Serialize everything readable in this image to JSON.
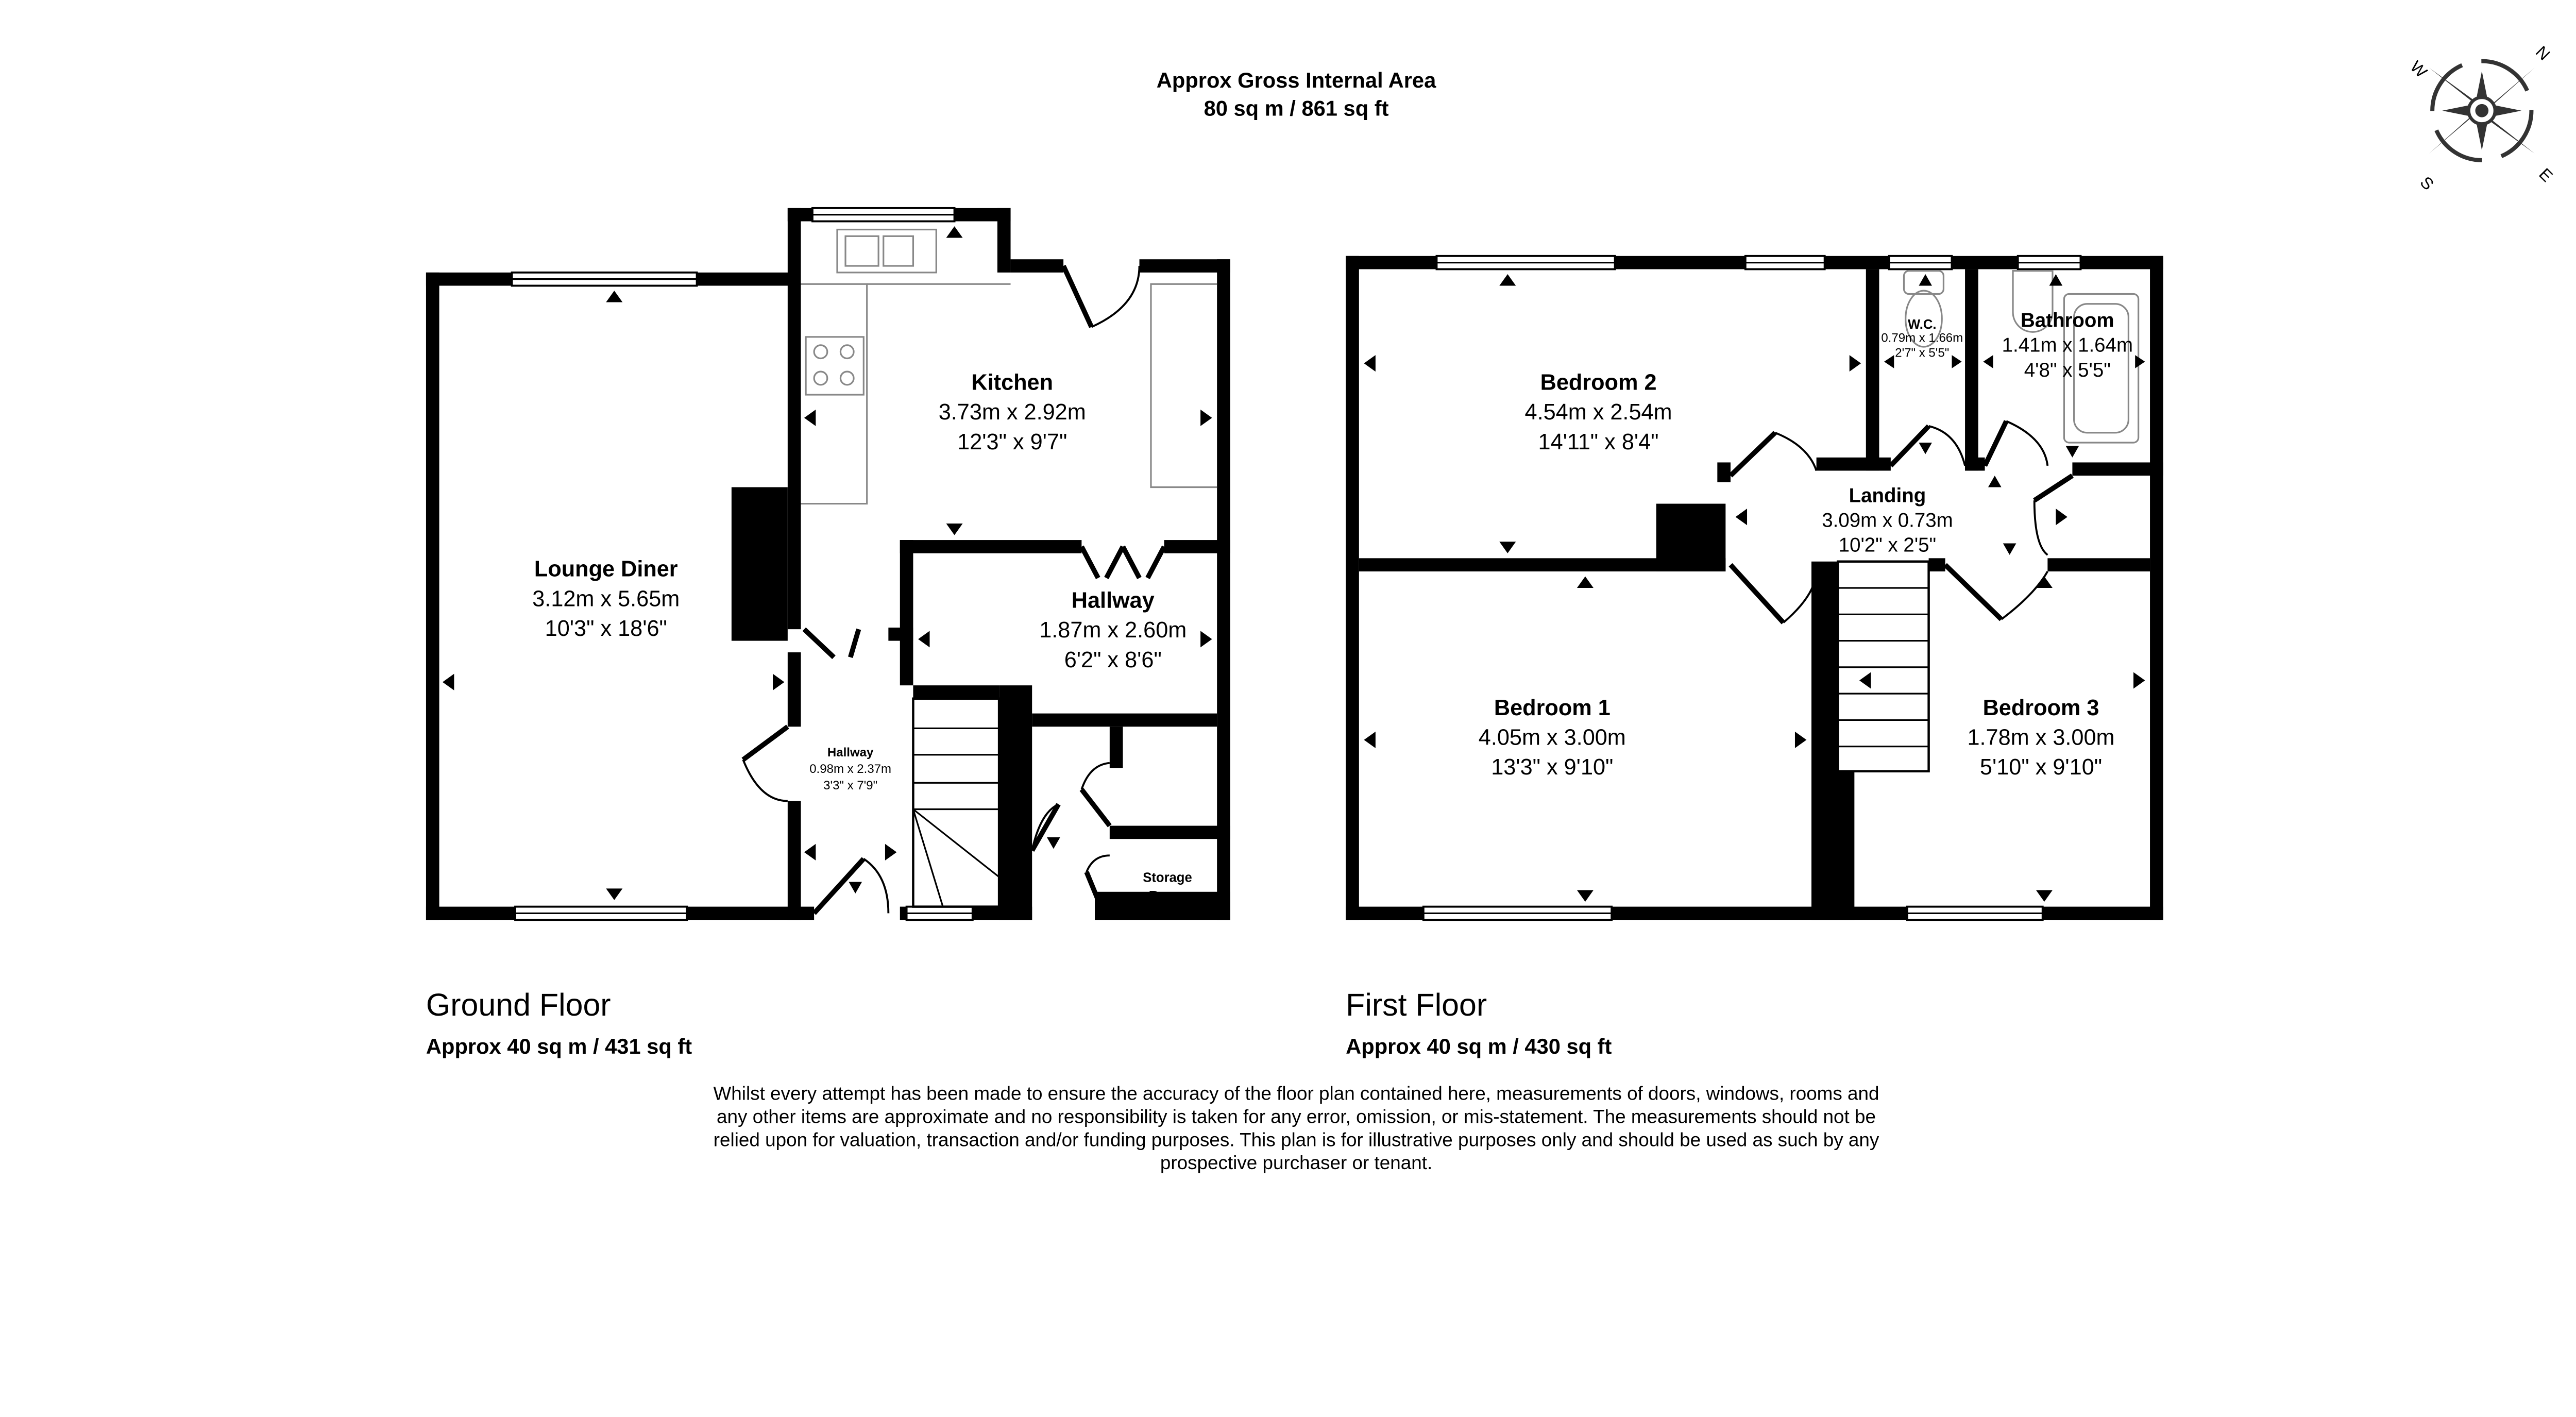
{
  "header": {
    "title": "Approx Gross Internal Area",
    "area": "80 sq m / 861 sq ft"
  },
  "compass": {
    "n": "N",
    "e": "E",
    "s": "S",
    "w": "W"
  },
  "ground_floor": {
    "label": "Ground Floor",
    "area": "Approx 40 sq m / 431 sq ft",
    "rooms": [
      {
        "name": "Lounge Diner",
        "metric": "3.12m x 5.65m",
        "imperial": "10'3\" x 18'6\""
      },
      {
        "name": "Kitchen",
        "metric": "3.73m x 2.92m",
        "imperial": "12'3\" x 9'7\""
      },
      {
        "name": "Hallway",
        "metric": "1.87m x 2.60m",
        "imperial": "6'2\" x 8'6\""
      },
      {
        "name": "Hallway",
        "metric": "0.98m x 2.37m",
        "imperial": "3'3\" x 7'9\""
      },
      {
        "name": "Storage",
        "name2": "Room"
      }
    ]
  },
  "first_floor": {
    "label": "First Floor",
    "area": "Approx 40 sq m / 430 sq ft",
    "rooms": [
      {
        "name": "Bedroom 2",
        "metric": "4.54m x 2.54m",
        "imperial": "14'11\" x 8'4\""
      },
      {
        "name": "W.C.",
        "metric": "0.79m x 1.66m",
        "imperial": "2'7\" x 5'5\""
      },
      {
        "name": "Bathroom",
        "metric": "1.41m x 1.64m",
        "imperial": "4'8\" x 5'5\""
      },
      {
        "name": "Landing",
        "metric": "3.09m x 0.73m",
        "imperial": "10'2\" x 2'5\""
      },
      {
        "name": "Bedroom 1",
        "metric": "4.05m x 3.00m",
        "imperial": "13'3\" x 9'10\""
      },
      {
        "name": "Bedroom 3",
        "metric": "1.78m x 3.00m",
        "imperial": "5'10\" x 9'10\""
      }
    ]
  },
  "disclaimer": [
    "Whilst every attempt has been made to ensure the accuracy of the floor plan contained here, measurements of doors, windows, rooms and",
    "any other items are approximate and no responsibility is taken for any error, omission, or mis-statement. The measurements should not be",
    "relied upon for valuation, transaction and/or funding purposes. This plan is for illustrative purposes only and should be used as such by any",
    "prospective purchaser or tenant."
  ],
  "colors": {
    "walls": "#000000",
    "fixtures": "#888888",
    "compass": "#333333"
  }
}
